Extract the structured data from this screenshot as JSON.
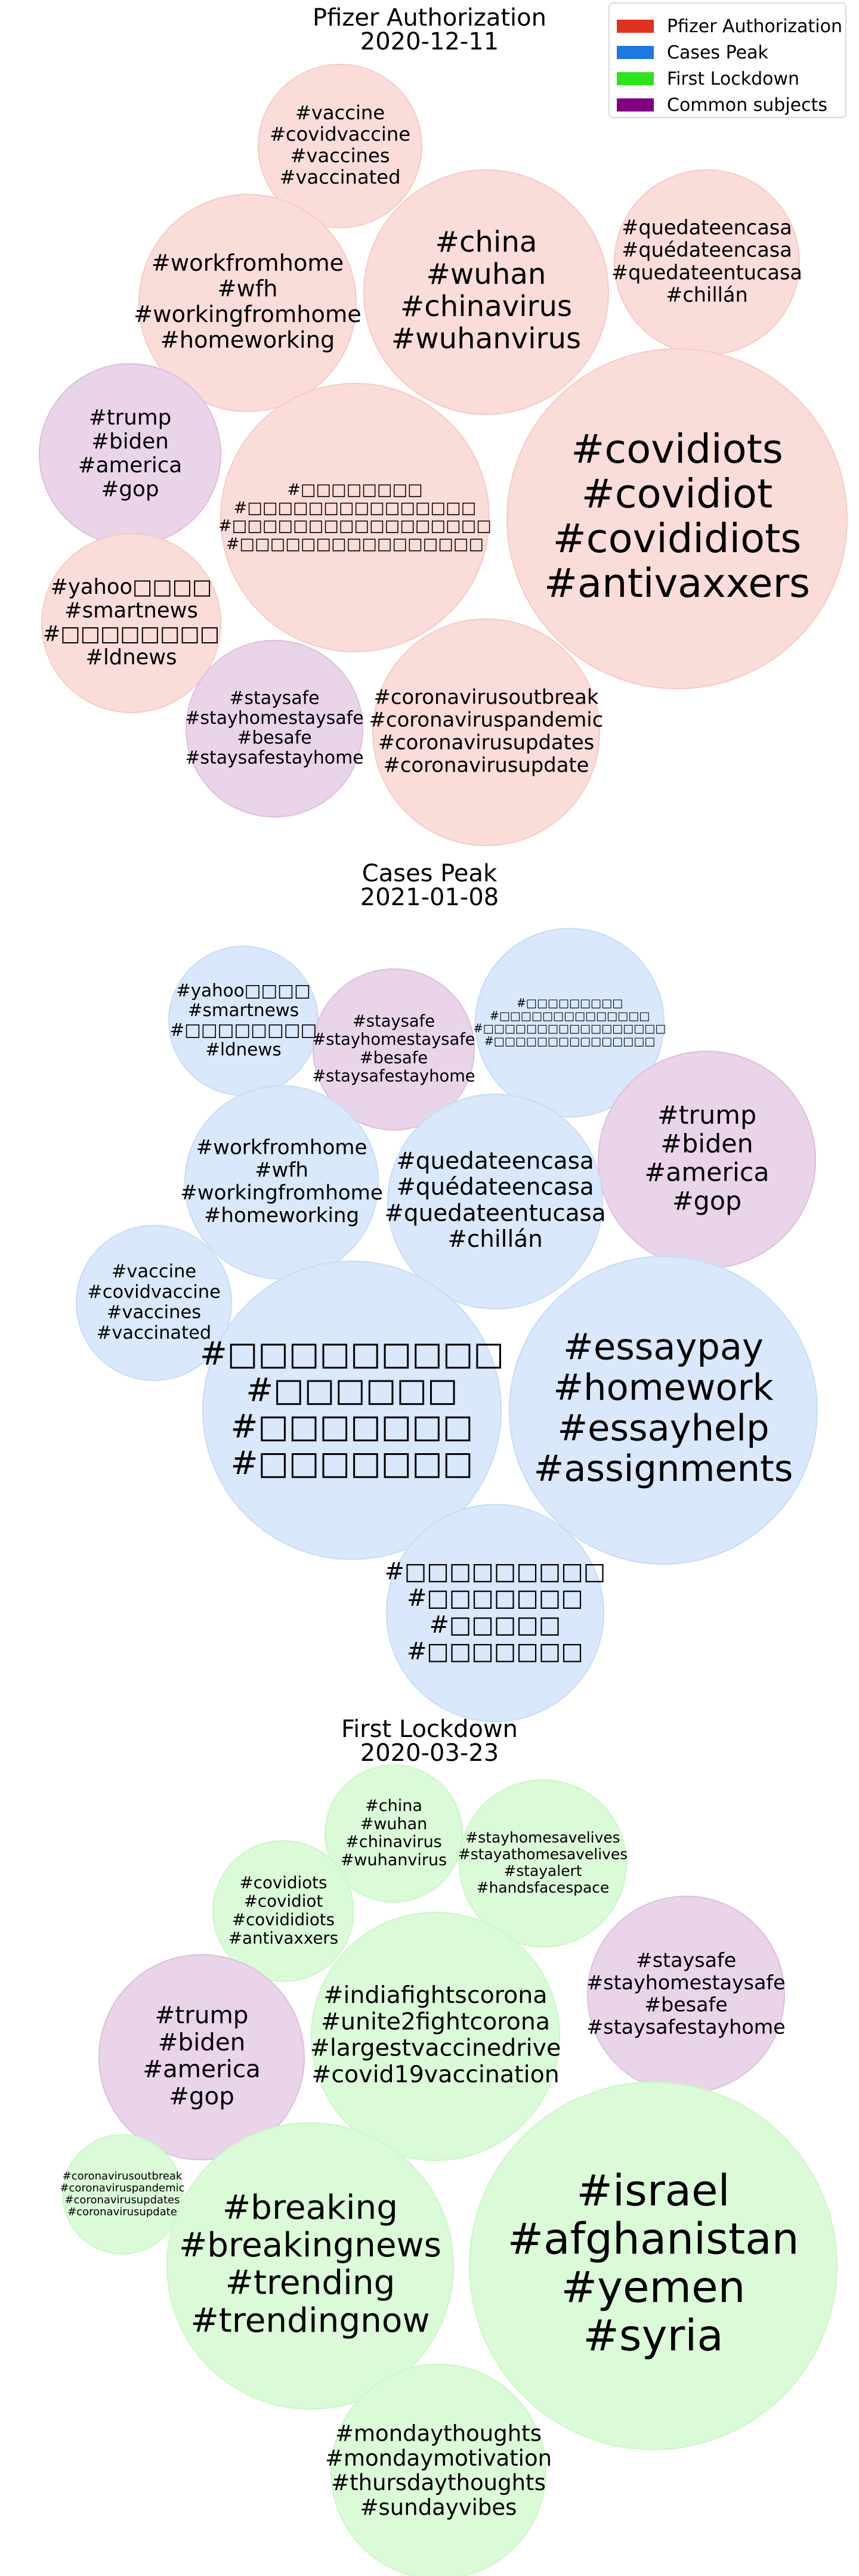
{
  "legend": {
    "items": [
      {
        "label": "Pfizer Authorization",
        "color": "#e0301e"
      },
      {
        "label": "Cases Peak",
        "color": "#1f77e0"
      },
      {
        "label": "First Lockdown",
        "color": "#2ee31c"
      },
      {
        "label": "Common subjects",
        "color": "#800080"
      }
    ]
  },
  "chart_data": [
    {
      "type": "bubble",
      "title": "Pfizer Authorization",
      "subtitle": "2020-12-11",
      "category_color": "#e0301e",
      "common_color": "#800080",
      "bubbles": [
        {
          "tags": [
            "#vaccine",
            "#covidvaccine",
            "#vaccines",
            "#vaccinated"
          ],
          "common": false
        },
        {
          "tags": [
            "#workfromhome",
            "#wfh",
            "#workingfromhome",
            "#homeworking"
          ],
          "common": false
        },
        {
          "tags": [
            "#china",
            "#wuhan",
            "#chinavirus",
            "#wuhanvirus"
          ],
          "common": false
        },
        {
          "tags": [
            "#quedateencasa",
            "#quédateencasa",
            "#quedateentucasa",
            "#chillán"
          ],
          "common": false
        },
        {
          "tags": [
            "#trump",
            "#biden",
            "#america",
            "#gop"
          ],
          "common": true
        },
        {
          "tags": [
            "#□□□□□□□□",
            "#□□□□□□□□□□□□□□□",
            "#□□□□□□□□□□□□□□□□□",
            "#□□□□□□□□□□□□□□□□"
          ],
          "common": false
        },
        {
          "tags": [
            "#covidiots",
            "#covidiot",
            "#covididiots",
            "#antivaxxers"
          ],
          "common": false
        },
        {
          "tags": [
            "#yahoo□□□□",
            "#smartnews",
            "#□□□□□□□□",
            "#ldnews"
          ],
          "common": false
        },
        {
          "tags": [
            "#staysafe",
            "#stayhomestaysafe",
            "#besafe",
            "#staysafestayhome"
          ],
          "common": true
        },
        {
          "tags": [
            "#coronavirusoutbreak",
            "#coronaviruspandemic",
            "#coronavirusupdates",
            "#coronavirusupdate"
          ],
          "common": false
        }
      ]
    },
    {
      "type": "bubble",
      "title": "Cases Peak",
      "subtitle": "2021-01-08",
      "category_color": "#1f77e0",
      "common_color": "#800080",
      "bubbles": [
        {
          "tags": [
            "#yahoo□□□□",
            "#smartnews",
            "#□□□□□□□□",
            "#ldnews"
          ],
          "common": false
        },
        {
          "tags": [
            "#staysafe",
            "#stayhomestaysafe",
            "#besafe",
            "#staysafestayhome"
          ],
          "common": true
        },
        {
          "tags": [
            "#□□□□□□□□□",
            "#□□□□□□□□□□□□□□",
            "#□□□□□□□□□□□□□□□□□",
            "#□□□□□□□□□□□□□□□"
          ],
          "common": false
        },
        {
          "tags": [
            "#trump",
            "#biden",
            "#america",
            "#gop"
          ],
          "common": true
        },
        {
          "tags": [
            "#workfromhome",
            "#wfh",
            "#workingfromhome",
            "#homeworking"
          ],
          "common": false
        },
        {
          "tags": [
            "#quedateencasa",
            "#quédateencasa",
            "#quedateentucasa",
            "#chillán"
          ],
          "common": false
        },
        {
          "tags": [
            "#vaccine",
            "#covidvaccine",
            "#vaccines",
            "#vaccinated"
          ],
          "common": false
        },
        {
          "tags": [
            "#□□□□□□□□□",
            "#□□□□□□",
            "#□□□□□□□",
            "#□□□□□□□"
          ],
          "common": false
        },
        {
          "tags": [
            "#essaypay",
            "#homework",
            "#essayhelp",
            "#assignments"
          ],
          "common": false
        },
        {
          "tags": [
            "#□□□□□□□□□",
            "#□□□□□□□",
            "#□□□□□",
            "#□□□□□□□"
          ],
          "common": false
        }
      ]
    },
    {
      "type": "bubble",
      "title": "First Lockdown",
      "subtitle": "2020-03-23",
      "category_color": "#2ee31c",
      "common_color": "#800080",
      "bubbles": [
        {
          "tags": [
            "#china",
            "#wuhan",
            "#chinavirus",
            "#wuhanvirus"
          ],
          "common": false
        },
        {
          "tags": [
            "#stayhomesavelives",
            "#stayathomesavelives",
            "#stayalert",
            "#handsfacespace"
          ],
          "common": false
        },
        {
          "tags": [
            "#covidiots",
            "#covidiot",
            "#covididiots",
            "#antivaxxers"
          ],
          "common": false
        },
        {
          "tags": [
            "#indiafightscorona",
            "#unite2fightcorona",
            "#largestvaccinedrive",
            "#covid19vaccination"
          ],
          "common": false
        },
        {
          "tags": [
            "#staysafe",
            "#stayhomestaysafe",
            "#besafe",
            "#staysafestayhome"
          ],
          "common": true
        },
        {
          "tags": [
            "#trump",
            "#biden",
            "#america",
            "#gop"
          ],
          "common": true
        },
        {
          "tags": [
            "#coronavirusoutbreak",
            "#coronaviruspandemic",
            "#coronavirusupdates",
            "#coronavirusupdate"
          ],
          "common": false
        },
        {
          "tags": [
            "#breaking",
            "#breakingnews",
            "#trending",
            "#trendingnow"
          ],
          "common": false
        },
        {
          "tags": [
            "#israel",
            "#afghanistan",
            "#yemen",
            "#syria"
          ],
          "common": false
        },
        {
          "tags": [
            "#mondaythoughts",
            "#mondaymotivation",
            "#thursdaythoughts",
            "#sundayvibes"
          ],
          "common": false
        }
      ]
    }
  ]
}
